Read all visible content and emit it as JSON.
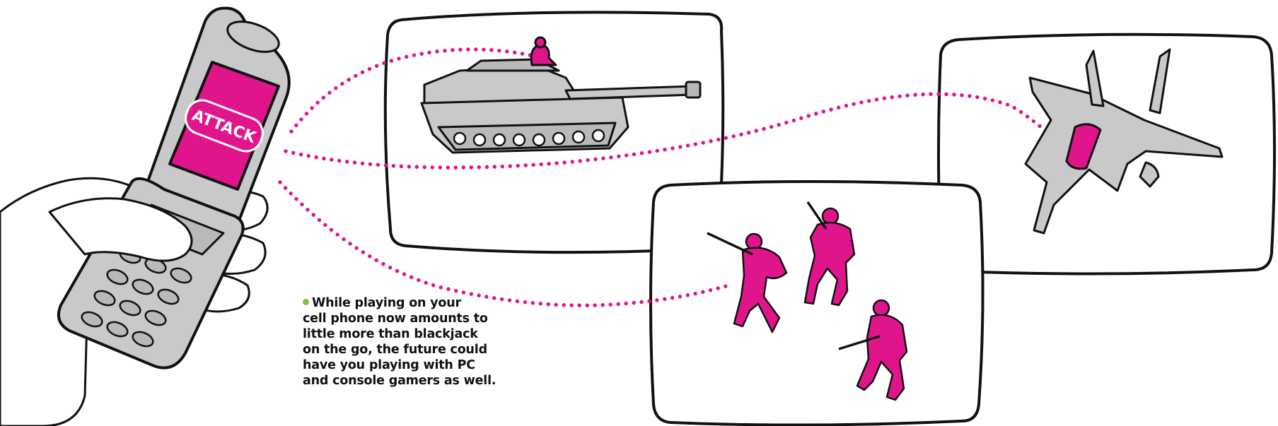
{
  "colors": {
    "accent": "#e0158c",
    "bullet": "#7cc242",
    "device_gray": "#c9c9cb",
    "outline": "#111111",
    "screen_bg": "#ffffff"
  },
  "phone": {
    "screen_text": "ATTACK"
  },
  "caption": {
    "lines": [
      "While playing on your",
      "cell phone now amounts to",
      "little more than blackjack",
      "on the go, the future could",
      "have you playing with PC",
      "and console gamers as well."
    ]
  },
  "screens": [
    {
      "id": "tank",
      "icon": "tank-icon"
    },
    {
      "id": "soldiers",
      "icon": "soldiers-icon"
    },
    {
      "id": "jet",
      "icon": "fighter-jet-icon"
    }
  ]
}
